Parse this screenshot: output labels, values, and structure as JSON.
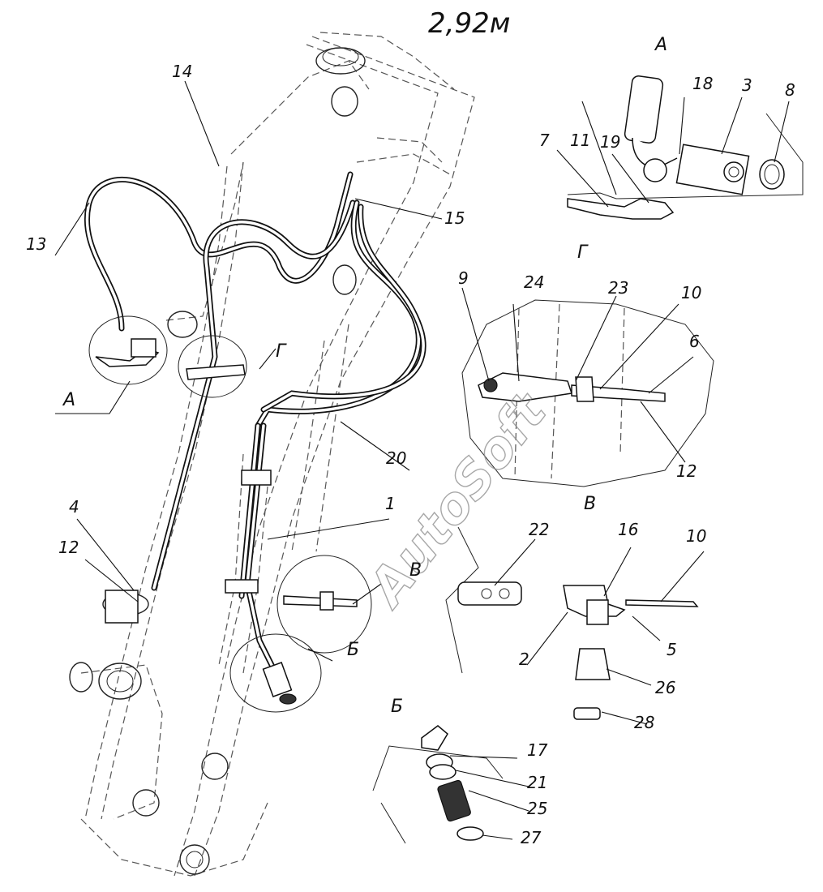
{
  "title": "2,92м",
  "watermark": "AutoSoft",
  "view_labels": {
    "A_top": "А",
    "A_main": "А",
    "G_top": "Г",
    "G_main": "Г",
    "V_top": "В",
    "V_main": "В",
    "B_bottom": "Б",
    "B_main": "Б"
  },
  "callouts": {
    "n1": "1",
    "n2": "2",
    "n3": "3",
    "n4": "4",
    "n5": "5",
    "n6": "6",
    "n7": "7",
    "n8": "8",
    "n9": "9",
    "n10a": "10",
    "n10b": "10",
    "n11": "11",
    "n12a": "12",
    "n12b": "12",
    "n13": "13",
    "n14": "14",
    "n15": "15",
    "n16": "16",
    "n17": "17",
    "n18": "18",
    "n19": "19",
    "n20": "20",
    "n21": "21",
    "n22": "22",
    "n23": "23",
    "n24": "24",
    "n25": "25",
    "n26": "26",
    "n27": "27",
    "n28": "28"
  }
}
